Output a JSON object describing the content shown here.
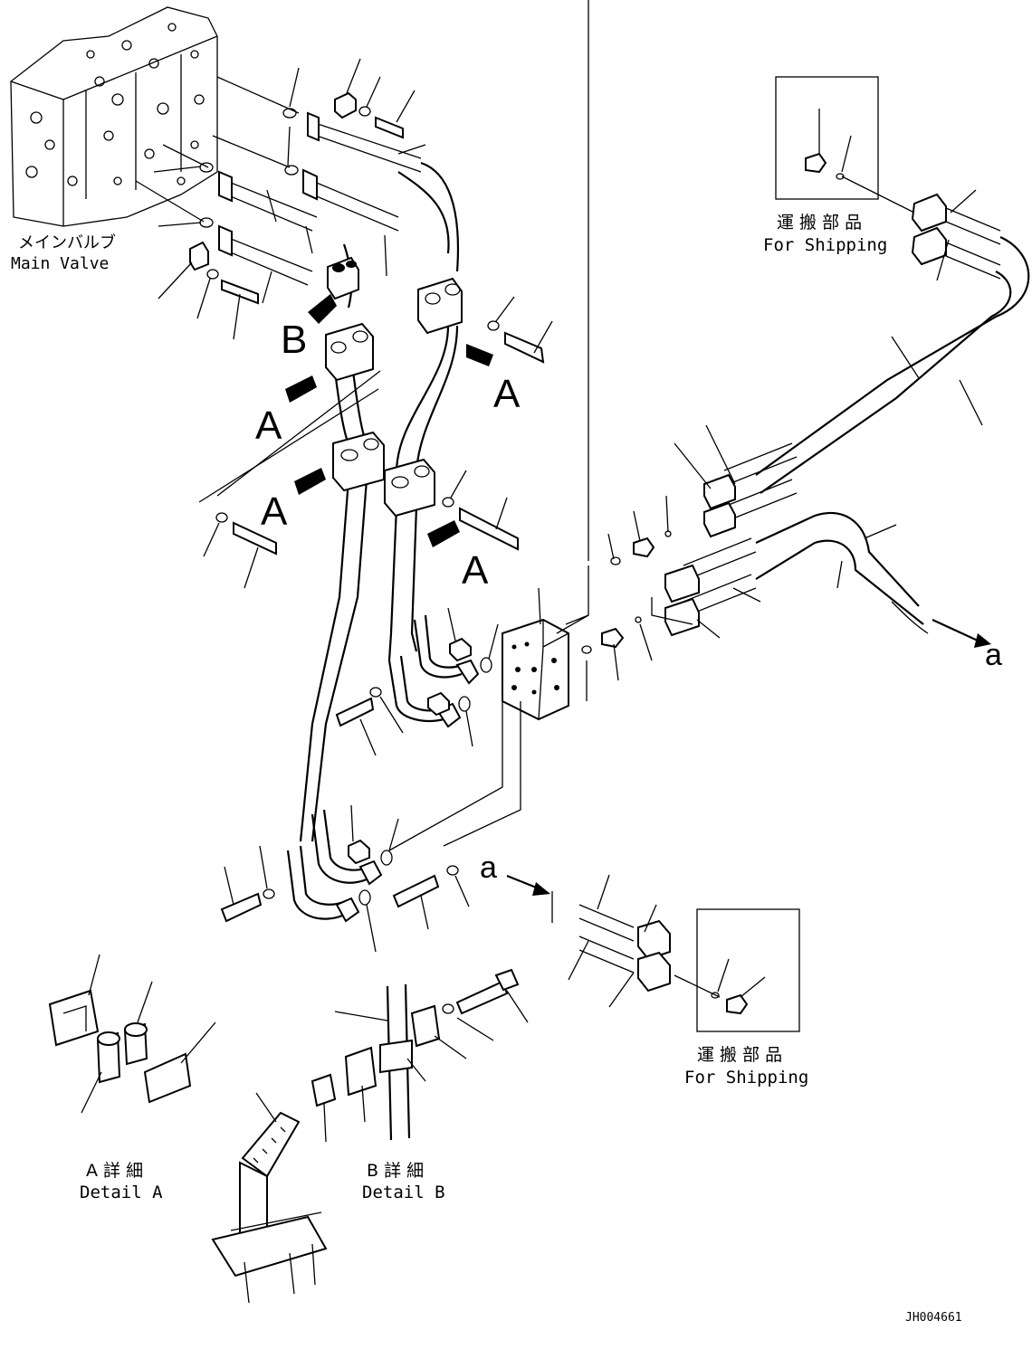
{
  "main_valve": {
    "label_jp": "メインバルブ",
    "label_en": "Main Valve"
  },
  "shipping_top": {
    "label_jp": "運 搬 部 品",
    "label_en": "For Shipping"
  },
  "shipping_bottom": {
    "label_jp": "運 搬 部 品",
    "label_en": "For Shipping"
  },
  "view_markers": {
    "a": "A",
    "b": "B"
  },
  "connector_letter": "a",
  "detail_a": {
    "label_jp": "A 詳 細",
    "label_en": "Detail A"
  },
  "detail_b": {
    "label_jp": "B 詳 細",
    "label_en": "Detail B"
  },
  "drawing_number": "JH004661"
}
